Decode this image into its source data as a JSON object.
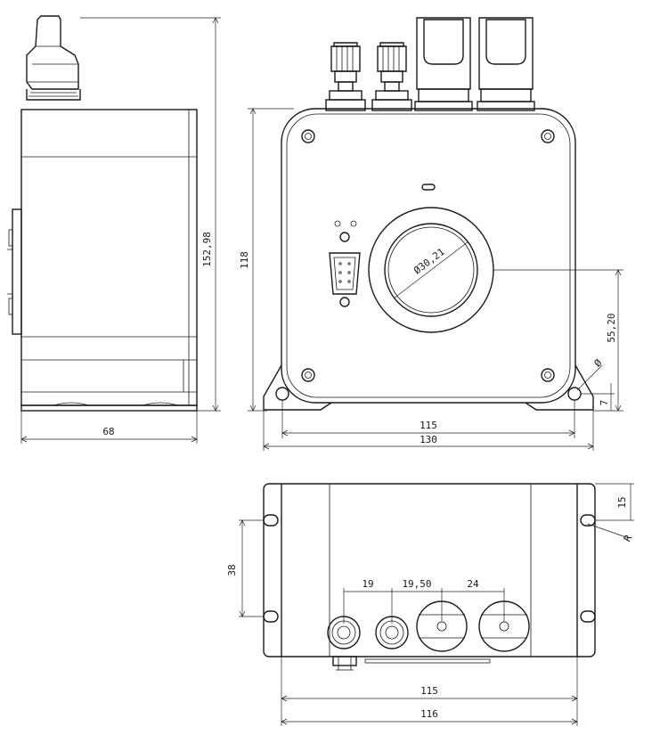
{
  "drawing": {
    "side_view": {
      "width_label": "68",
      "height_label": "152,98"
    },
    "front_view": {
      "height_label": "118",
      "bore_label": "Ø30,21",
      "bore_center_height_label": "55,20",
      "mount_hole_offset_label": "7",
      "mount_hole_callout_label": "Ø",
      "hole_spacing_label": "115",
      "overall_width_label": "130"
    },
    "bottom_view": {
      "slot_spacing_label": "38",
      "connector_pitch_1_label": "19",
      "connector_pitch_2_label": "19,50",
      "connector_pitch_3_label": "24",
      "edge_offset_label": "15",
      "slot_callout_label": "R",
      "hole_spacing_label": "115",
      "overall_length_label": "116"
    }
  }
}
